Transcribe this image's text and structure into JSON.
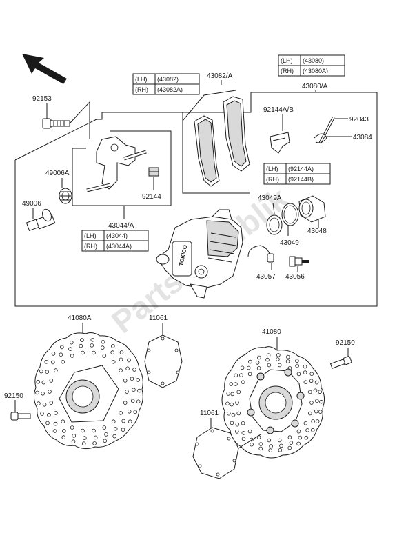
{
  "watermark": "PartsRepublik",
  "variant_tables": {
    "pad_set": {
      "rows": [
        {
          "side": "(LH)",
          "code": "(43082)"
        },
        {
          "side": "(RH)",
          "code": "(43082A)"
        }
      ]
    },
    "piston_assy": {
      "rows": [
        {
          "side": "(LH)",
          "code": "(43080)"
        },
        {
          "side": "(RH)",
          "code": "(43080A)"
        }
      ]
    },
    "spring": {
      "rows": [
        {
          "side": "(LH)",
          "code": "(92144A)"
        },
        {
          "side": "(RH)",
          "code": "(92144B)"
        }
      ]
    },
    "holder": {
      "rows": [
        {
          "side": "(LH)",
          "code": "(43044)"
        },
        {
          "side": "(RH)",
          "code": "(43044A)"
        }
      ]
    }
  },
  "labels": {
    "p92153": "92153",
    "p43082a": "43082/A",
    "p43080a": "43080/A",
    "p92144ab": "92144A/B",
    "p92043": "92043",
    "p43084": "43084",
    "p49006a": "49006A",
    "p49006": "49006",
    "p92144": "92144",
    "p43044a": "43044/A",
    "p43049a": "43049A",
    "p43049": "43049",
    "p43048": "43048",
    "p43057": "43057",
    "p43056": "43056",
    "p41080a": "41080A",
    "p11061_top": "11061",
    "p41080": "41080",
    "p92150_right": "92150",
    "p92150_left": "92150",
    "p11061_bottom": "11061"
  },
  "caliper_marking": "TOKICO",
  "icons": {
    "orientation_arrow": "front-direction-arrow-icon"
  }
}
